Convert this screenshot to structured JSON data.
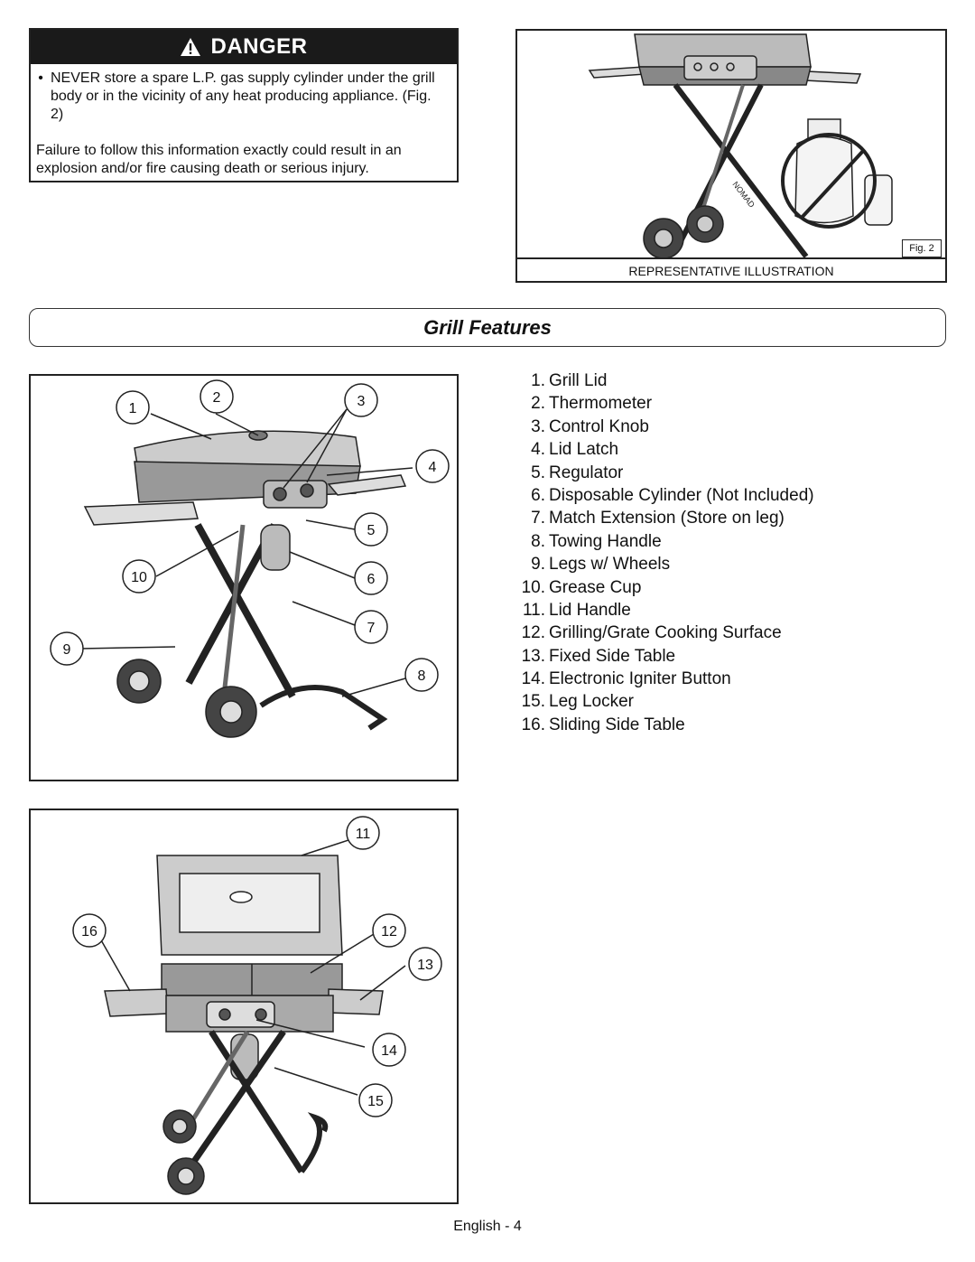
{
  "danger": {
    "title": "DANGER",
    "bullet": "NEVER store a spare L.P. gas supply cylinder under the grill body or in the vicinity of any heat producing appliance. (Fig. 2)",
    "failure": "Failure to follow this information exactly could result in an explosion and/or fire causing death or serious injury."
  },
  "fig2": {
    "label": "Fig. 2",
    "caption": "REPRESENTATIVE ILLUSTRATION",
    "brand_text": "NOMAD"
  },
  "section_title": "Grill Features",
  "callouts_top": [
    "1",
    "2",
    "3",
    "4",
    "5",
    "6",
    "7",
    "8",
    "9",
    "10"
  ],
  "callouts_bottom": [
    "11",
    "12",
    "13",
    "14",
    "15",
    "16"
  ],
  "features": [
    {
      "num": "1.",
      "label": "Grill Lid"
    },
    {
      "num": "2.",
      "label": "Thermometer"
    },
    {
      "num": "3.",
      "label": "Control Knob"
    },
    {
      "num": "4.",
      "label": "Lid Latch"
    },
    {
      "num": "5.",
      "label": "Regulator"
    },
    {
      "num": "6.",
      "label": "Disposable Cylinder (Not Included)"
    },
    {
      "num": "7.",
      "label": "Match Extension (Store on leg)"
    },
    {
      "num": "8.",
      "label": "Towing Handle"
    },
    {
      "num": "9.",
      "label": "Legs w/ Wheels"
    },
    {
      "num": "10.",
      "label": "Grease Cup"
    },
    {
      "num": "11.",
      "label": "Lid Handle"
    },
    {
      "num": "12.",
      "label": "Grilling/Grate Cooking Surface"
    },
    {
      "num": "13.",
      "label": "Fixed Side Table"
    },
    {
      "num": "14.",
      "label": "Electronic Igniter Button"
    },
    {
      "num": "15.",
      "label": "Leg Locker"
    },
    {
      "num": "16.",
      "label": "Sliding Side Table"
    }
  ],
  "footer": "English - 4"
}
